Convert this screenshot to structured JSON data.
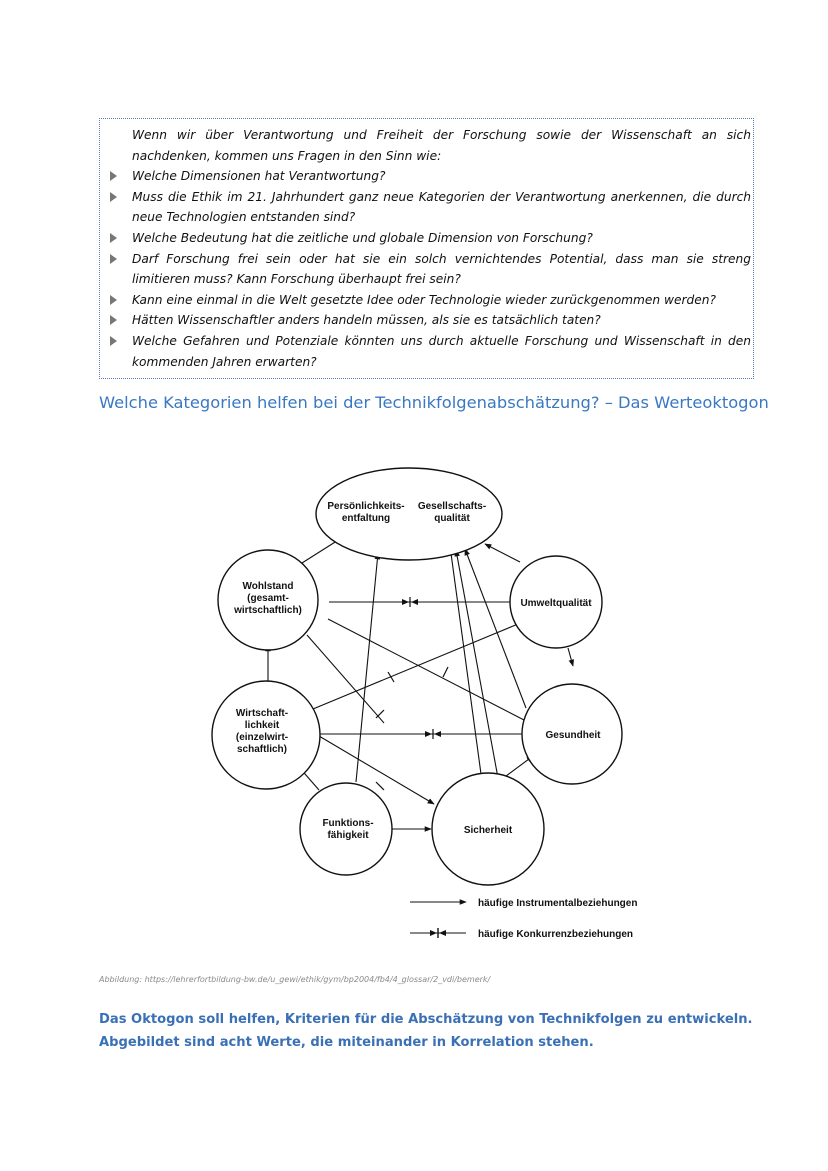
{
  "questions_box": {
    "intro": "Wenn wir über Verantwortung und Freiheit der Forschung sowie der Wissenschaft an sich nachdenken, kommen uns Fragen in den Sinn wie:",
    "items": [
      "Welche Dimensionen hat Verantwortung?",
      "Muss die Ethik im 21. Jahrhundert ganz neue Kategorien der Verantwortung anerkennen, die durch neue Technologien entstanden sind?",
      "Welche Bedeutung hat die zeitliche und globale Dimension von Forschung?",
      "Darf Forschung frei sein oder hat sie ein solch vernichtendes Potential, dass man sie streng limitieren muss? Kann Forschung überhaupt frei sein?",
      "Kann eine einmal in die Welt gesetzte Idee oder Technologie wieder zurückgenommen werden?",
      "Hätten Wissenschaftler anders handeln müssen, als sie es tatsächlich taten?",
      "Welche Gefahren und Potenziale könnten uns durch aktuelle Forschung und Wissenschaft in den kommenden Jahren erwarten?"
    ],
    "bullet_icon": "triangle-right-icon"
  },
  "section_heading": "Welche Kategorien helfen bei der Technikfolgenabschätzung? – Das Werteoktogon",
  "diagram": {
    "nodes": {
      "persoenlichkeit": [
        "Persönlichkeits-",
        "entfaltung"
      ],
      "gesellschaft": [
        "Gesellschafts-",
        "qualität"
      ],
      "wohlstand": [
        "Wohlstand",
        "(gesamt-",
        "wirtschaftlich)"
      ],
      "umwelt": [
        "Umweltqualität"
      ],
      "wirtschaft": [
        "Wirtschaft-",
        "lichkeit",
        "(einzelwirt-",
        "schaftlich)"
      ],
      "gesundheit": [
        "Gesundheit"
      ],
      "funktion": [
        "Funktions-",
        "fähigkeit"
      ],
      "sicherheit": [
        "Sicherheit"
      ]
    },
    "legend": {
      "instrumental": "häufige Instrumentalbeziehungen",
      "konkurrenz": "häufige Konkurrenzbeziehungen"
    }
  },
  "caption": "Abbildung: https://lehrerfortbildung-bw.de/u_gewi/ethik/gym/bp2004/fb4/4_glossar/2_vdi/bemerk/",
  "summary": {
    "line1": "Das Oktogon soll helfen, Kriterien für die Abschätzung von Technikfolgen zu entwickeln.",
    "line2": "Abgebildet sind acht Werte, die miteinander in Korrelation stehen."
  }
}
